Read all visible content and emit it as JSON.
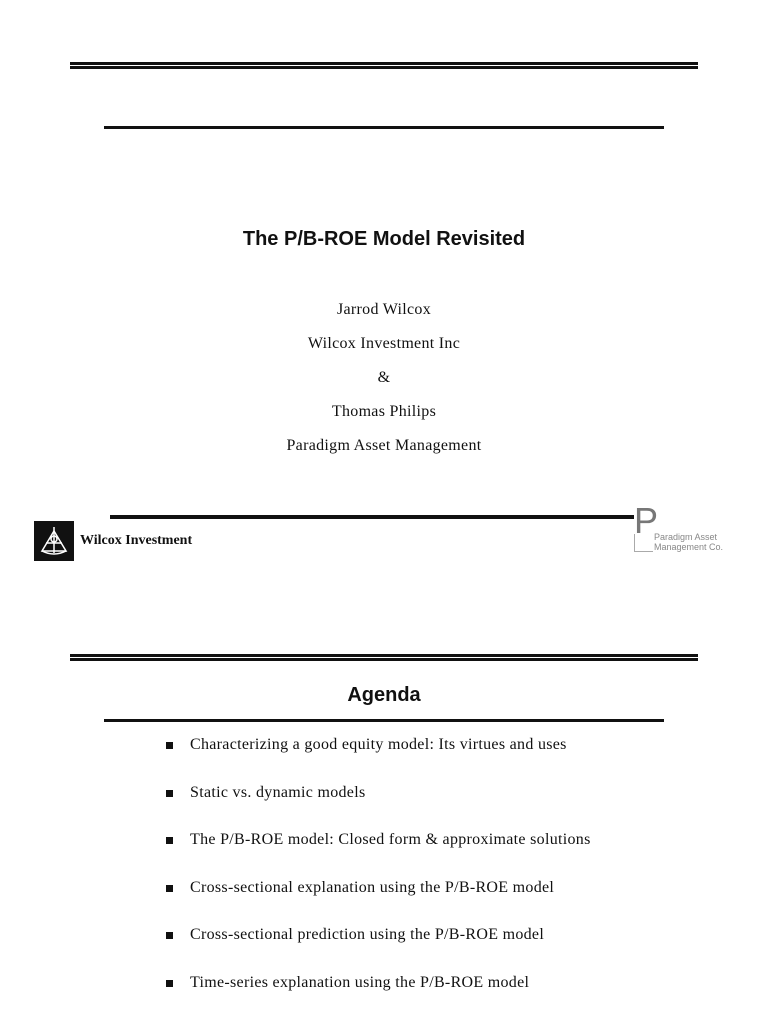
{
  "title_slide": {
    "title": "The P/B-ROE Model Revisited",
    "authors": [
      "Jarrod Wilcox",
      "Wilcox Investment Inc",
      "&",
      "Thomas Philips",
      "Paradigm Asset Management"
    ],
    "logos": {
      "left": {
        "name": "Wilcox Investment",
        "icon": "sextant-icon"
      },
      "right": {
        "letter": "P",
        "line1": "Paradigm Asset",
        "line2": "Management Co."
      }
    }
  },
  "agenda_slide": {
    "title": "Agenda",
    "items": [
      "Characterizing a good equity model: Its virtues and uses",
      "Static vs. dynamic models",
      "The P/B-ROE model: Closed form & approximate solutions",
      "Cross-sectional explanation using the P/B-ROE model",
      "Cross-sectional prediction using the P/B-ROE model",
      "Time-series explanation using the P/B-ROE model"
    ]
  }
}
